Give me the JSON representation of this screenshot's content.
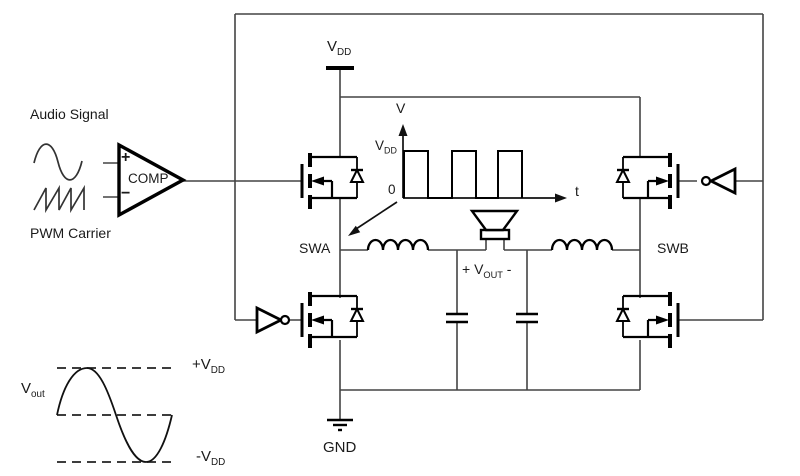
{
  "labels": {
    "audio_signal": "Audio Signal",
    "pwm_carrier": "PWM Carrier",
    "comparator": {
      "name": "COMP",
      "plus": "+",
      "minus": "−"
    },
    "supply": {
      "main": "V",
      "sub": "DD"
    },
    "pwm_plot": {
      "y_axis": "V",
      "level_main": "V",
      "level_sub": "DD",
      "zero": "0",
      "x_axis": "t"
    },
    "sw_a": "SWA",
    "sw_b": "SWB",
    "v_out_mid": {
      "pre": "+ V",
      "sub": "OUT",
      "post": " -"
    },
    "gnd": "GND",
    "vout_plot": {
      "label_main": "V",
      "label_sub": "out",
      "pos_pre": "+",
      "pos_main": "V",
      "pos_sub": "DD",
      "neg_pre": "-",
      "neg_main": "V",
      "neg_sub": "DD"
    }
  },
  "colors": {
    "background": "#ffffff",
    "wire": "#444444",
    "symbol": "#000000"
  }
}
